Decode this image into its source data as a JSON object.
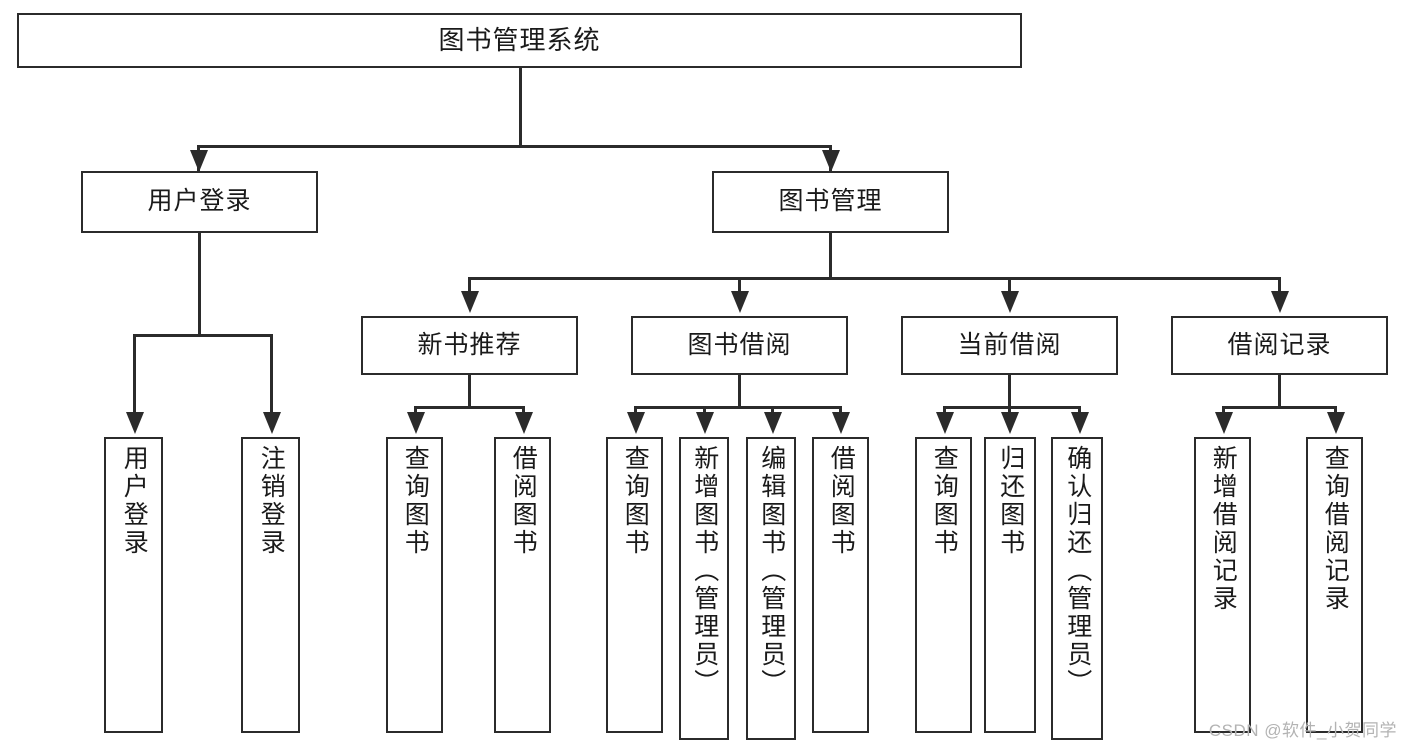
{
  "diagram": {
    "title": "图书管理系统",
    "root": {
      "id": "root",
      "label": "图书管理系统"
    },
    "level2": [
      {
        "id": "user-login",
        "label": "用户登录"
      },
      {
        "id": "book-management",
        "label": "图书管理"
      }
    ],
    "level3": [
      {
        "id": "new-book-recommend",
        "label": "新书推荐"
      },
      {
        "id": "book-borrow",
        "label": "图书借阅"
      },
      {
        "id": "current-borrow",
        "label": "当前借阅"
      },
      {
        "id": "borrow-record",
        "label": "借阅记录"
      }
    ],
    "leaves": {
      "user_login": [
        {
          "id": "leaf-user-login",
          "label": "用户登录"
        },
        {
          "id": "leaf-logout-login",
          "label": "注销登录"
        }
      ],
      "new_book_recommend": [
        {
          "id": "leaf-query-book-1",
          "label": "查询图书"
        },
        {
          "id": "leaf-borrow-book-1",
          "label": "借阅图书"
        }
      ],
      "book_borrow": [
        {
          "id": "leaf-query-book-2",
          "label": "查询图书"
        },
        {
          "id": "leaf-add-book",
          "label": "新增图书（管理员）"
        },
        {
          "id": "leaf-edit-book",
          "label": "编辑图书（管理员）"
        },
        {
          "id": "leaf-borrow-book-2",
          "label": "借阅图书"
        }
      ],
      "current_borrow": [
        {
          "id": "leaf-query-book-3",
          "label": "查询图书"
        },
        {
          "id": "leaf-return-book",
          "label": "归还图书"
        },
        {
          "id": "leaf-confirm-return",
          "label": "确认归还（管理员）"
        }
      ],
      "borrow_record": [
        {
          "id": "leaf-add-borrow-record",
          "label": "新增借阅记录"
        },
        {
          "id": "leaf-query-borrow-record",
          "label": "查询借阅记录"
        }
      ]
    }
  },
  "watermark": {
    "text": "CSDN @软件_小贺同学"
  },
  "colors": {
    "stroke": "#2b2b2b",
    "background": "#ffffff",
    "text": "#1a1a1a",
    "watermark": "#b3b3b3"
  }
}
